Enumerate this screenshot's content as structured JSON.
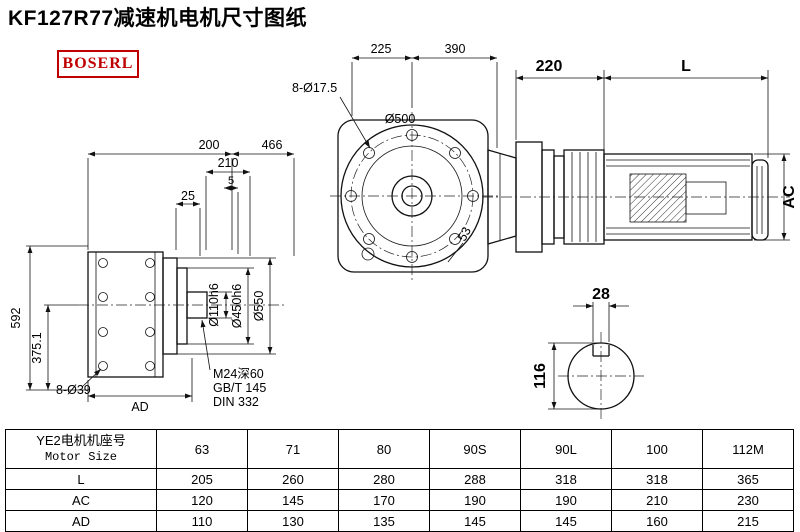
{
  "page": {
    "title": "KF127R77减速机电机尺寸图纸",
    "brand": "BOSERL"
  },
  "colors": {
    "brand_red": "#c00000",
    "line_ink": "#111111"
  },
  "labels": {
    "bolt_front": "8-Ø17.5",
    "dim_225": "225",
    "dim_390": "390",
    "dia_500": "Ø500",
    "dim_220": "220",
    "dim_L": "L",
    "dim_AC": "AC",
    "dim_53": "53",
    "dim_200": "200",
    "dim_466": "466",
    "dim_210": "210",
    "dim_5": "5",
    "dim_25": "25",
    "dim_592": "592",
    "dim_375_1": "375.1",
    "dia_110": "Ø110h6",
    "dia_450": "Ø450h6",
    "dia_550": "Ø550",
    "bolt_side": "8-Ø39",
    "dim_AD": "AD",
    "note_m24": "M24深60",
    "note_gbt": "GB/T 145",
    "note_din": "DIN 332",
    "dim_28": "28",
    "dim_116": "116"
  },
  "table": {
    "col0_line1": "YE2电机机座号",
    "col0_line2": "Motor Size",
    "sizes": [
      "63",
      "71",
      "80",
      "90S",
      "90L",
      "100",
      "112M"
    ],
    "rows": [
      {
        "label": "L",
        "values": [
          "205",
          "260",
          "280",
          "288",
          "318",
          "318",
          "365"
        ]
      },
      {
        "label": "AC",
        "values": [
          "120",
          "145",
          "170",
          "190",
          "190",
          "210",
          "230"
        ]
      },
      {
        "label": "AD",
        "values": [
          "110",
          "130",
          "135",
          "145",
          "145",
          "160",
          "215"
        ]
      }
    ]
  }
}
